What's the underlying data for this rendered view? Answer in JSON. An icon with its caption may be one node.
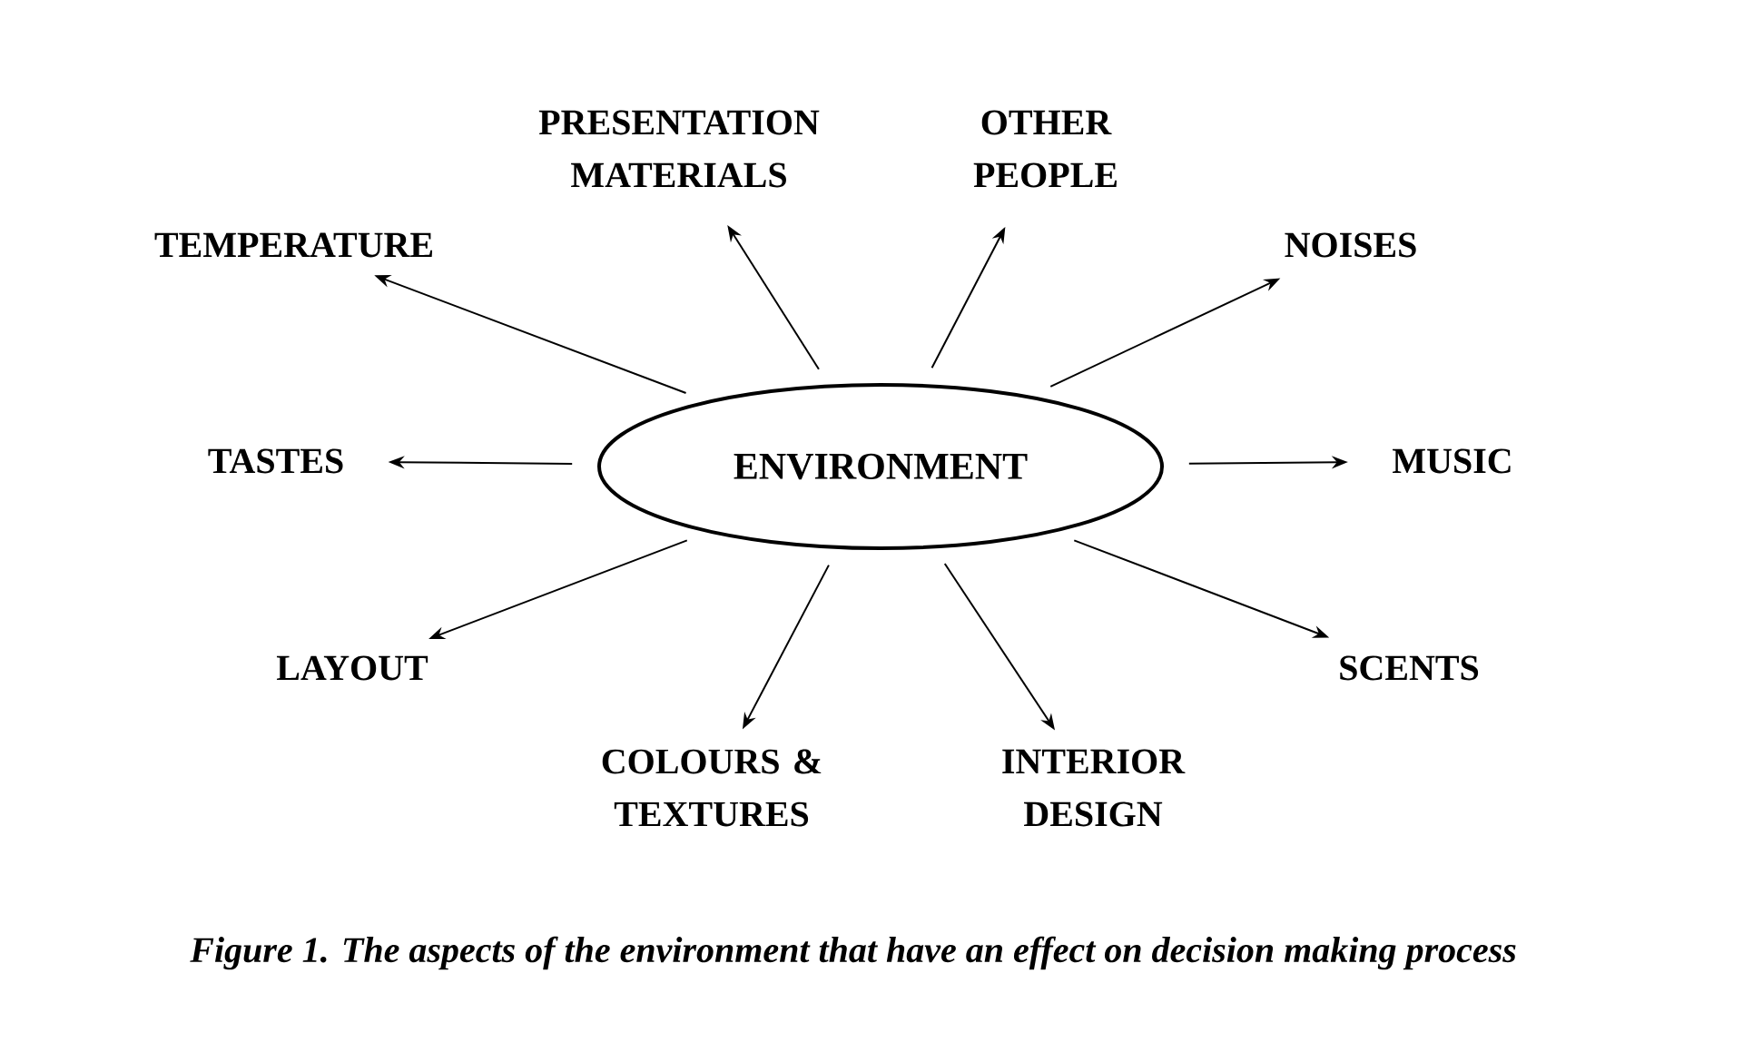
{
  "diagram": {
    "caption": "Figure 1. The aspects of the environment that have an effect on decision making process",
    "nodes": [
      {
        "text": [
          "ENVIRONMENT"
        ]
      },
      {
        "text": [
          "TEMPERATURE"
        ]
      },
      {
        "text": [
          "PRESENTATION MATERIALS"
        ]
      },
      {
        "text": [
          "OTHER PEOPLE"
        ]
      },
      {
        "text": [
          "NOISES"
        ]
      },
      {
        "text": [
          "TASTES"
        ]
      },
      {
        "text": [
          "MUSIC"
        ]
      },
      {
        "text": [
          "LAYOUT"
        ]
      },
      {
        "text": [
          "COLOURS & TEXTURES"
        ]
      },
      {
        "text": [
          "INTERIOR DESIGN"
        ]
      },
      {
        "text": [
          "SCENTS"
        ]
      }
    ],
    "edges": [
      {
        "from": 0,
        "to": 1,
        "arrow": "to"
      },
      {
        "from": 0,
        "to": 2,
        "arrow": "to"
      },
      {
        "from": 0,
        "to": 3,
        "arrow": "to"
      },
      {
        "from": 0,
        "to": 4,
        "arrow": "to"
      },
      {
        "from": 0,
        "to": 5,
        "arrow": "to"
      },
      {
        "from": 0,
        "to": 6,
        "arrow": "to"
      },
      {
        "from": 0,
        "to": 7,
        "arrow": "to"
      },
      {
        "from": 0,
        "to": 8,
        "arrow": "to"
      },
      {
        "from": 0,
        "to": 9,
        "arrow": "to"
      },
      {
        "from": 0,
        "to": 10,
        "arrow": "to"
      }
    ]
  }
}
